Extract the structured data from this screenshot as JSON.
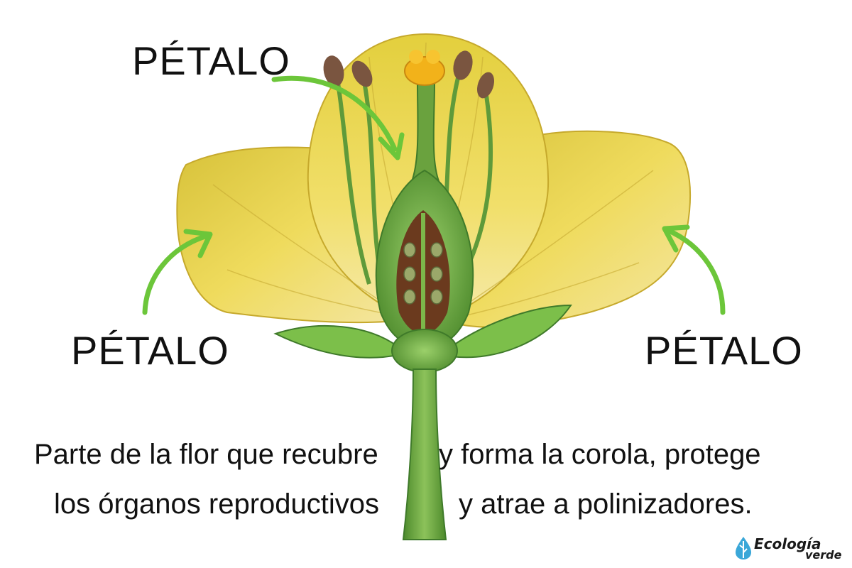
{
  "labels": {
    "top": "PÉTALO",
    "left": "PÉTALO",
    "right": "PÉTALO"
  },
  "description": {
    "line1_left": "Parte de la flor que recubre",
    "line1_right": "y forma la corola, protege",
    "line2_left": "los órganos reproductivos",
    "line2_right": "y atrae a polinizadores."
  },
  "brand": {
    "line1": "Ecología",
    "line2": "verde"
  },
  "colors": {
    "arrow": "#6cc63a",
    "petal": "#e9d24a",
    "petal_shadow": "#c9ad2c",
    "stem": "#6aa23e",
    "stem_dark": "#3f7a2a",
    "ovary_inside": "#6b3a1e",
    "anther": "#7a5540",
    "stigma": "#f2b21a",
    "brand_drop": "#3aa7d8"
  },
  "icons": {
    "brand": "leaf-drop-icon"
  }
}
